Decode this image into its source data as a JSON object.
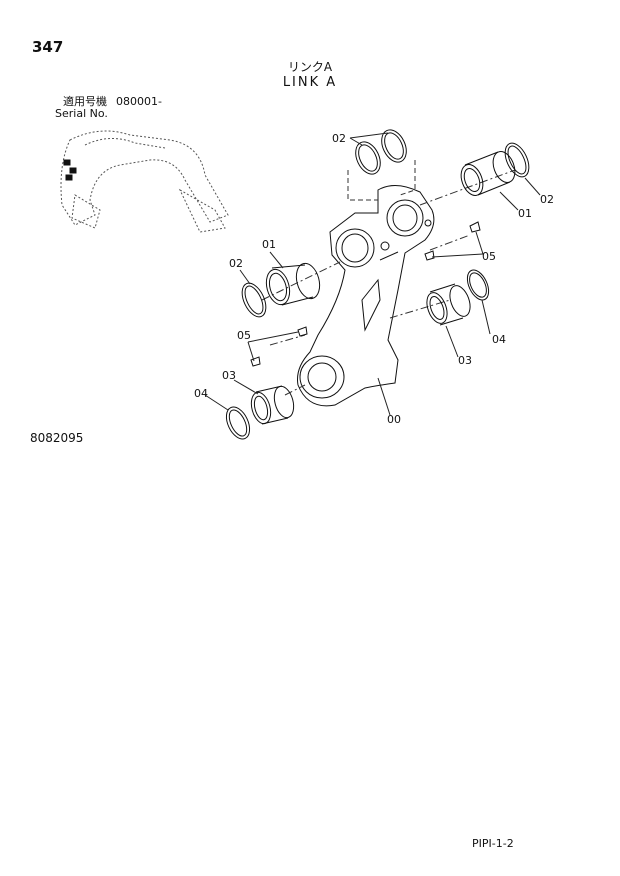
{
  "header": {
    "page_number": "347",
    "title_jp": "リンクA",
    "title_en": "LINK A"
  },
  "serial": {
    "label_jp": "適用号機",
    "label_en": "Serial No.",
    "range": "080001-"
  },
  "figure": {
    "number": "8082095",
    "callouts": {
      "c00": "00",
      "c01a": "01",
      "c01b": "01",
      "c02a": "02",
      "c02b": "02",
      "c02c": "02",
      "c03a": "03",
      "c03b": "03",
      "c04a": "04",
      "c04b": "04",
      "c05a": "05",
      "c05b": "05"
    }
  },
  "footer": {
    "page_code": "PIPI-1-2"
  }
}
